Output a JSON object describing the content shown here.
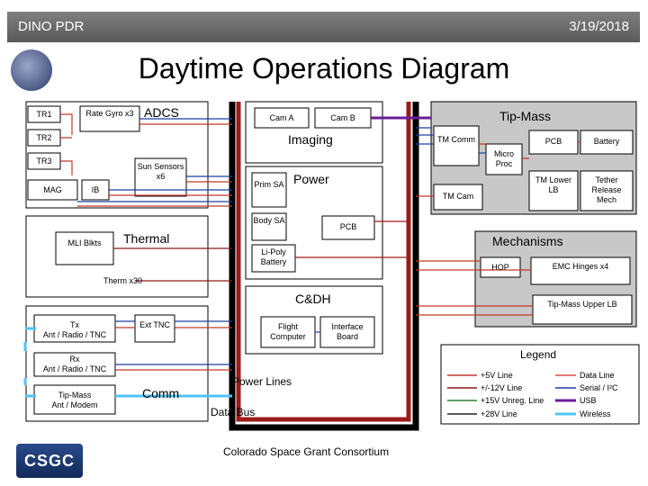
{
  "header": {
    "left_title": "DINO PDR",
    "date": "3/19/2018"
  },
  "title": "Daytime Operations Diagram",
  "footer": "Colorado Space Grant Consortium",
  "logo_text": "CSGC",
  "adcs": {
    "heading": "ADCS",
    "tr1": "TR1",
    "rate_gyro": "Rate Gyro x3",
    "tr2": "TR2",
    "tr3": "TR3",
    "mag": "MAG",
    "ib": "IB",
    "sun_sensors": "Sun Sensors x6"
  },
  "thermal": {
    "heading": "Thermal",
    "mli": "MLI Blkts",
    "therm": "Therm x30"
  },
  "comm": {
    "heading": "Comm",
    "tx": "Tx",
    "tx_sub": "Ant / Radio / TNC",
    "ext_tnc": "Ext TNC",
    "rx": "Rx",
    "rx_sub": "Ant / Radio / TNC",
    "tip_mass": "Tip-Mass",
    "tip_mass_sub": "Ant / Modem"
  },
  "imaging": {
    "heading": "Imaging",
    "cam_a": "Cam A",
    "cam_b": "Cam B"
  },
  "power": {
    "heading": "Power",
    "prim_sa": "Prim SA",
    "body_sa": "Body SA",
    "pcb": "PCB",
    "battery": "Li-Poly Battery"
  },
  "cdh": {
    "heading": "C&DH",
    "flight_computer": "Flight Computer",
    "interface_board": "Interface Board"
  },
  "tipmass": {
    "heading": "Tip-Mass",
    "tm_comm": "TM Comm",
    "micro_proc": "Micro Proc",
    "pcb": "PCB",
    "battery": "Battery",
    "tm_cam": "TM Cam",
    "tm_lower_lb": "TM Lower LB",
    "tether": "Tether Release Mech"
  },
  "mechanisms": {
    "heading": "Mechanisms",
    "hop": "HOP",
    "emc": "EMC Hinges x4",
    "upper_lb": "Tip-Mass Upper LB"
  },
  "overlays": {
    "power_lines": "Power Lines",
    "data_bus": "Data Bus"
  },
  "legend": {
    "title": "Legend",
    "items": [
      {
        "label": "+5V Line",
        "color": "#c0392b"
      },
      {
        "label": "Data Line",
        "color": "#e04848"
      },
      {
        "label": "+/-12V Line",
        "color": "#8b1a1a"
      },
      {
        "label": "Serial / I²C",
        "color": "#1f3fa0"
      },
      {
        "label": "+15V Unreg. Line",
        "color": "#2e7d32"
      },
      {
        "label": "USB",
        "color": "#6a1b9a"
      },
      {
        "label": "+28V Line",
        "color": "#222222"
      },
      {
        "label": "Wireless",
        "color": "#4fc3f7"
      }
    ]
  }
}
